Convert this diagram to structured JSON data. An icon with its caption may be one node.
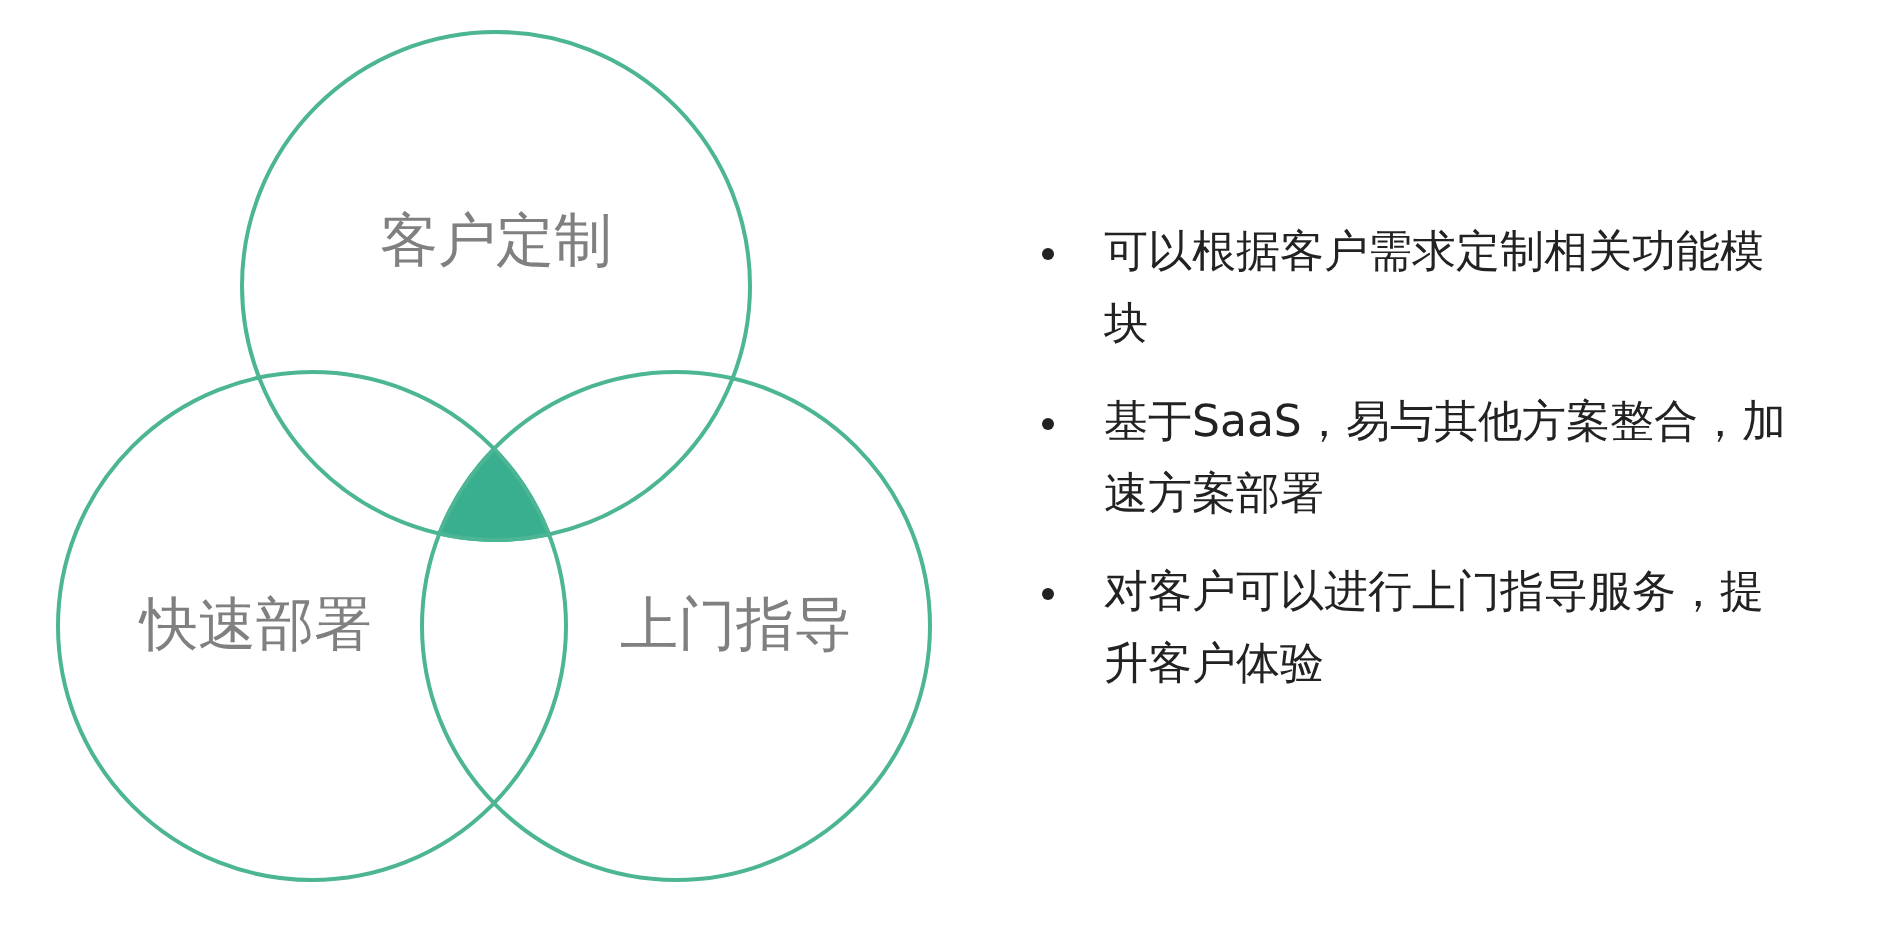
{
  "diagram": {
    "nodes": [
      {
        "text": [
          "客户定制"
        ]
      },
      {
        "text": [
          "快速部署"
        ]
      },
      {
        "text": [
          "上门指导"
        ]
      }
    ],
    "labels": [
      "可以根据客户需求定制相关功能模块",
      "基于SaaS，易与其他方案整合，加速方案部署",
      "对客户可以进行上门指导服务，提升客户体验"
    ]
  }
}
